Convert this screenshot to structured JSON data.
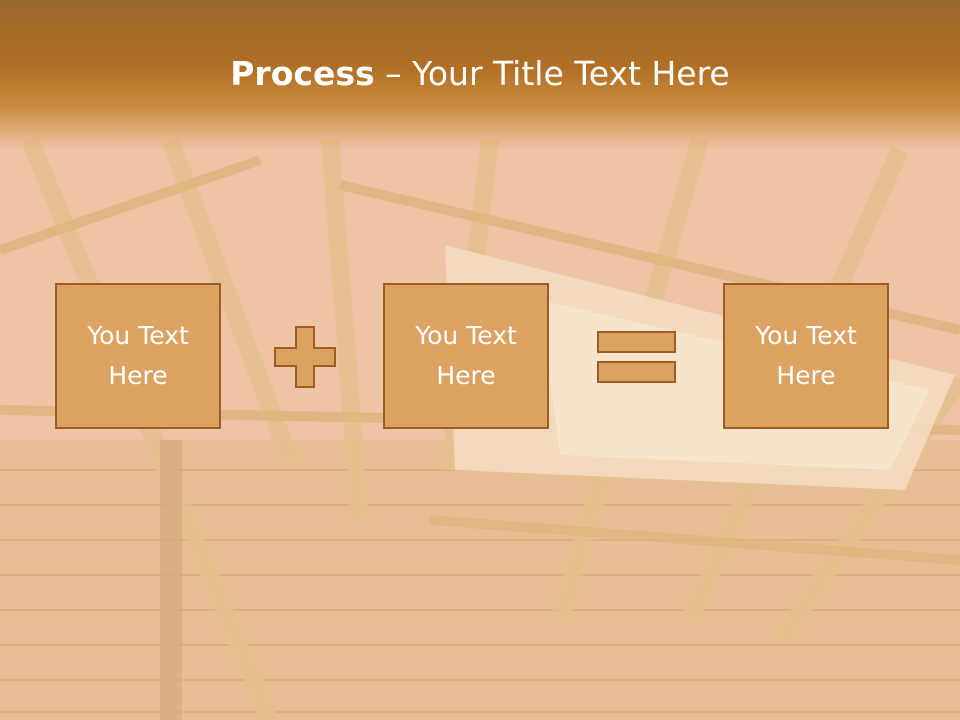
{
  "slide": {
    "title_bold": "Process",
    "title_rest": " – Your Title Text Here",
    "boxes": [
      {
        "text": "You Text\nHere"
      },
      {
        "text": "You Text\nHere"
      },
      {
        "text": "You Text\nHere"
      }
    ]
  },
  "colors": {
    "header": "#b06f24",
    "box_fill": "#dca262",
    "box_border": "#9c5e24",
    "text": "#ffffff"
  },
  "icons": [
    "plus-icon",
    "equals-icon"
  ]
}
